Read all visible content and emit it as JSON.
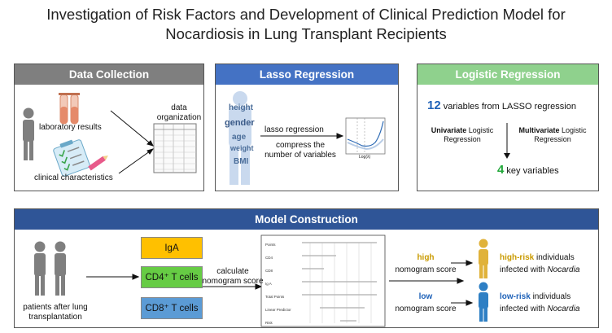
{
  "title": {
    "line1": "Investigation of Risk Factors and Development of Clinical Prediction Model for",
    "line2": "Nocardiosis in Lung Transplant Recipients"
  },
  "data_collection": {
    "header": "Data Collection",
    "header_color": "#7f7f7f",
    "lab_label": "laboratory results",
    "clinical_label": "clinical characteristics",
    "organization_label_1": "data",
    "organization_label_2": "organization"
  },
  "lasso": {
    "header": "Lasso Regression",
    "header_color": "#4472c4",
    "words": [
      "height",
      "gender",
      "age",
      "weight",
      "BMI"
    ],
    "arrow_label": "lasso regression",
    "compress_1": "compress the",
    "compress_2": "number of variables",
    "plot_xlabel": "Log(λ)"
  },
  "logistic": {
    "header": "Logistic Regression",
    "header_color": "#8fd18d",
    "count_top": "12",
    "top_text": "variables from LASSO regression",
    "univariate_bold": "Univariate",
    "univariate_rest_1": " Logistic",
    "univariate_rest_2": "Regression",
    "multivariate_bold": "Multivariate",
    "multivariate_rest_1": " Logistic",
    "multivariate_rest_2": "Regression",
    "count_bottom": "4",
    "bottom_text": "key variables"
  },
  "model": {
    "header": "Model Construction",
    "header_color": "#2f5597",
    "patients_label_1": "patients after lung",
    "patients_label_2": "transplantation",
    "variables": [
      {
        "label": "IgA",
        "color": "#ffc000"
      },
      {
        "label": "CD4⁺ T cells",
        "color": "#66cc44"
      },
      {
        "label": "CD8⁺ T cells",
        "color": "#5b9bd5"
      }
    ],
    "calc_1": "calculate",
    "calc_2": "nomogram score",
    "nomogram_rows": [
      "Points",
      "CD4",
      "CD8",
      "Ig A",
      "Total Points",
      "Linear Predictor",
      "Risk"
    ],
    "high_word": "high",
    "high_score": "nomogram score",
    "low_word": "low",
    "low_score": "nomogram score",
    "high_risk_bold": "high-risk",
    "high_risk_rest": " individuals",
    "high_infected": "infected with ",
    "low_risk_bold": "low-risk",
    "low_risk_rest": " individuals",
    "low_infected": "infected with ",
    "organism": "Nocardia",
    "high_person_color": "#e0b23a",
    "low_person_color": "#2e7fc4"
  }
}
